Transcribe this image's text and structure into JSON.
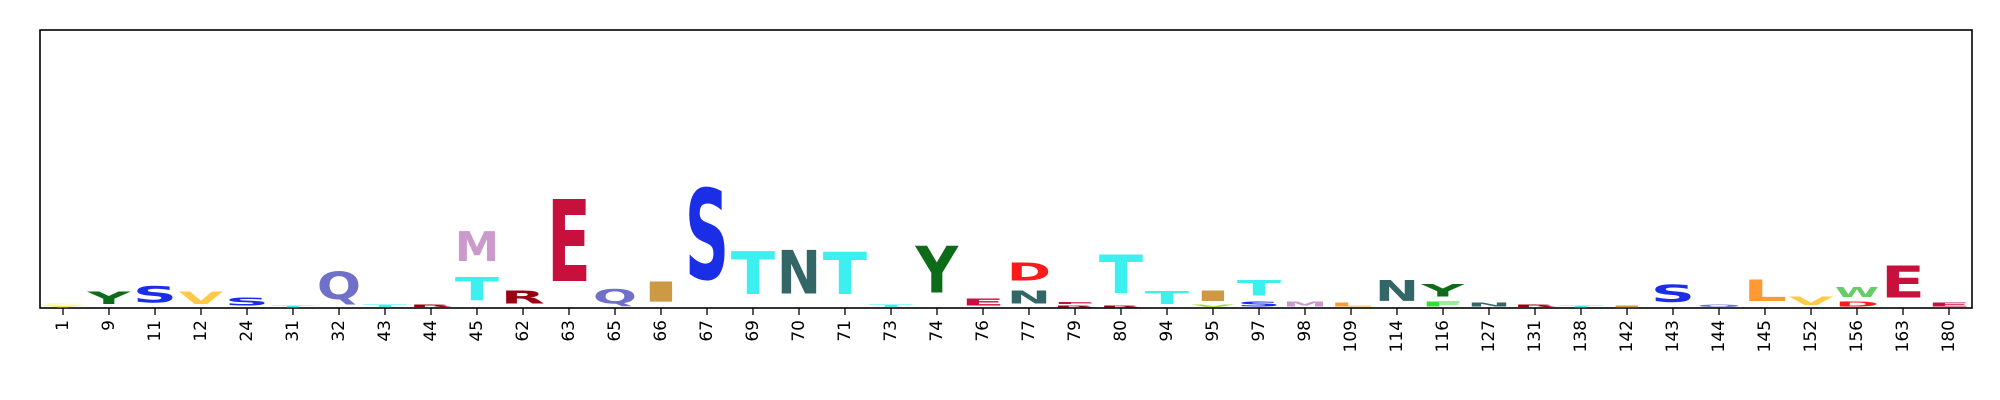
{
  "chart_data": {
    "type": "sequence-logo",
    "title": "",
    "xlabel": "",
    "ylabel": "",
    "ylim": [
      0,
      4.32
    ],
    "grid": false,
    "positions": [
      "1",
      "9",
      "11",
      "12",
      "24",
      "31",
      "32",
      "43",
      "44",
      "45",
      "62",
      "63",
      "65",
      "66",
      "67",
      "69",
      "70",
      "71",
      "73",
      "74",
      "76",
      "77",
      "79",
      "80",
      "94",
      "95",
      "97",
      "98",
      "109",
      "114",
      "116",
      "127",
      "131",
      "138",
      "142",
      "143",
      "144",
      "145",
      "152",
      "156",
      "163",
      "180"
    ],
    "columns": [
      [
        {
          "letter": "Y",
          "height": 0.04,
          "color": "#ffd54f"
        },
        {
          "letter": "C",
          "height": 0.05,
          "color": "#ffff8d"
        }
      ],
      [
        {
          "letter": "Y",
          "height": 0.3,
          "color": "#0d6b1a"
        }
      ],
      [
        {
          "letter": "S",
          "height": 0.4,
          "color": "#1a2ee8"
        }
      ],
      [
        {
          "letter": "V",
          "height": 0.3,
          "color": "#ffca45"
        }
      ],
      [
        {
          "letter": "S",
          "height": 0.2,
          "color": "#1a2ee8"
        }
      ],
      [
        {
          "letter": "T",
          "height": 0.05,
          "color": "#3cf0f0"
        }
      ],
      [
        {
          "letter": "Q",
          "height": 0.68,
          "color": "#6f70c8"
        }
      ],
      [
        {
          "letter": "T",
          "height": 0.06,
          "color": "#3cf0f0"
        }
      ],
      [
        {
          "letter": "R",
          "height": 0.06,
          "color": "#990011"
        }
      ],
      [
        {
          "letter": "T",
          "height": 0.58,
          "color": "#3cf0f0"
        },
        {
          "letter": "M",
          "height": 0.75,
          "color": "#cc99cc"
        }
      ],
      [
        {
          "letter": "R",
          "height": 0.33,
          "color": "#990011"
        }
      ],
      [
        {
          "letter": "E",
          "height": 2.05,
          "color": "#c8103c"
        }
      ],
      [
        {
          "letter": "Q",
          "height": 0.35,
          "color": "#6f70c8"
        }
      ],
      [
        {
          "letter": "I",
          "height": 0.5,
          "color": "#cc9944"
        }
      ],
      [
        {
          "letter": "S",
          "height": 2.25,
          "color": "#1a2ee8"
        }
      ],
      [
        {
          "letter": "T",
          "height": 1.07,
          "color": "#3cf0f0"
        }
      ],
      [
        {
          "letter": "N",
          "height": 1.08,
          "color": "#336666"
        }
      ],
      [
        {
          "letter": "T",
          "height": 1.05,
          "color": "#3cf0f0"
        }
      ],
      [
        {
          "letter": "T",
          "height": 0.06,
          "color": "#3cf0f0"
        }
      ],
      [
        {
          "letter": "Y",
          "height": 1.17,
          "color": "#0d6b1a"
        }
      ],
      [
        {
          "letter": "E",
          "height": 0.18,
          "color": "#c8103c"
        }
      ],
      [
        {
          "letter": "N",
          "height": 0.33,
          "color": "#336666"
        },
        {
          "letter": "D",
          "height": 0.46,
          "color": "#ff1a1a"
        }
      ],
      [
        {
          "letter": "R",
          "height": 0.05,
          "color": "#990011"
        },
        {
          "letter": "E",
          "height": 0.05,
          "color": "#c8103c"
        }
      ],
      [
        {
          "letter": "R",
          "height": 0.04,
          "color": "#990011"
        },
        {
          "letter": "T",
          "height": 0.95,
          "color": "#3cf0f0"
        }
      ],
      [
        {
          "letter": "T",
          "height": 0.32,
          "color": "#3cf0f0"
        }
      ],
      [
        {
          "letter": "V",
          "height": 0.06,
          "color": "#99dd33"
        },
        {
          "letter": "I",
          "height": 0.25,
          "color": "#cc9944"
        }
      ],
      [
        {
          "letter": "S",
          "height": 0.12,
          "color": "#1a2ee8"
        },
        {
          "letter": "T",
          "height": 0.38,
          "color": "#3cf0f0"
        }
      ],
      [
        {
          "letter": "M",
          "height": 0.12,
          "color": "#cc99cc"
        }
      ],
      [
        {
          "letter": "L",
          "height": 0.1,
          "color": "#ff9933"
        }
      ],
      [
        {
          "letter": "N",
          "height": 0.52,
          "color": "#336666"
        }
      ],
      [
        {
          "letter": "F",
          "height": 0.12,
          "color": "#33dd33"
        },
        {
          "letter": "Y",
          "height": 0.3,
          "color": "#0d6b1a"
        }
      ],
      [
        {
          "letter": "N",
          "height": 0.1,
          "color": "#336666"
        }
      ],
      [
        {
          "letter": "R",
          "height": 0.07,
          "color": "#990011"
        }
      ],
      [
        {
          "letter": "T",
          "height": 0.05,
          "color": "#3cf0f0"
        }
      ],
      [
        {
          "letter": "I",
          "height": 0.05,
          "color": "#cc9944"
        }
      ],
      [
        {
          "letter": "S",
          "height": 0.44,
          "color": "#1a2ee8"
        }
      ],
      [
        {
          "letter": "Q",
          "height": 0.06,
          "color": "#6f70c8"
        }
      ],
      [
        {
          "letter": "L",
          "height": 0.54,
          "color": "#ff9933"
        }
      ],
      [
        {
          "letter": "V",
          "height": 0.21,
          "color": "#ffca45"
        }
      ],
      [
        {
          "letter": "D",
          "height": 0.12,
          "color": "#ff1a1a"
        },
        {
          "letter": "W",
          "height": 0.24,
          "color": "#66cc66"
        }
      ],
      [
        {
          "letter": "E",
          "height": 0.8,
          "color": "#c8103c"
        }
      ],
      [
        {
          "letter": "E",
          "height": 0.1,
          "color": "#c8103c"
        }
      ]
    ]
  }
}
